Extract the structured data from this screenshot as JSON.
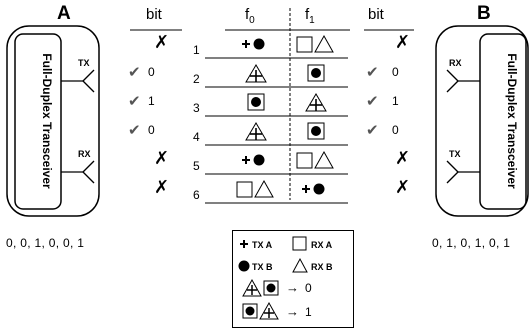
{
  "device_a": {
    "label": "A",
    "transceiver": "Full-Duplex Transceiver",
    "tx": "TX",
    "rx": "RX",
    "sequence": "0, 0, 1, 0, 0, 1"
  },
  "device_b": {
    "label": "B",
    "transceiver": "Full-Duplex Transceiver",
    "tx": "TX",
    "rx": "RX",
    "sequence": "0, 1, 0, 1, 0, 1"
  },
  "headers": {
    "bit_left": "bit",
    "bit_right": "bit",
    "f0_base": "f",
    "f0_sub": "0",
    "f1_base": "f",
    "f1_sub": "1"
  },
  "rows": [
    {
      "num": "1",
      "left_bit": "",
      "left_status": "cross",
      "right_bit": "",
      "right_status": "cross",
      "f0": "plus-dot",
      "f1": "square-triangle"
    },
    {
      "num": "2",
      "left_bit": "0",
      "left_status": "check",
      "right_bit": "0",
      "right_status": "check",
      "f0": "triangle-plus",
      "f1": "square-dot"
    },
    {
      "num": "3",
      "left_bit": "1",
      "left_status": "check",
      "right_bit": "1",
      "right_status": "check",
      "f0": "square-dot",
      "f1": "triangle-plus"
    },
    {
      "num": "4",
      "left_bit": "0",
      "left_status": "check",
      "right_bit": "0",
      "right_status": "check",
      "f0": "triangle-plus",
      "f1": "square-dot"
    },
    {
      "num": "5",
      "left_bit": "",
      "left_status": "cross",
      "right_bit": "",
      "right_status": "cross",
      "f0": "plus-dot",
      "f1": "square-triangle"
    },
    {
      "num": "6",
      "left_bit": "",
      "left_status": "cross",
      "right_bit": "",
      "right_status": "cross",
      "f0": "square-triangle",
      "f1": "plus-dot"
    }
  ],
  "legend": {
    "plus": "TX A",
    "square": "RX A",
    "dot": "TX B",
    "triangle": "RX B",
    "zero": "0",
    "one": "1",
    "arrow": "→"
  },
  "marks": {
    "check": "✔",
    "cross": "✗"
  },
  "colors": {
    "check": "#555555",
    "ink": "#000000"
  }
}
